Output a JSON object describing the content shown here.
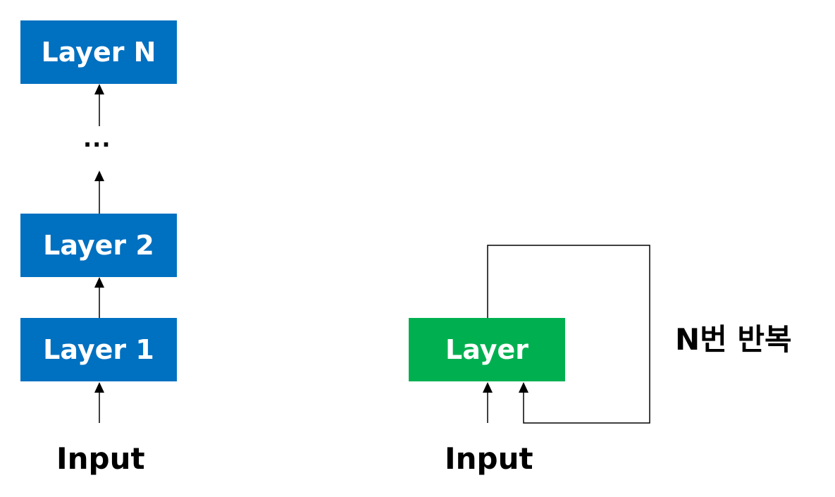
{
  "stacked": {
    "layers": [
      {
        "label": "Layer N",
        "color": "#0070c0"
      },
      {
        "label": "Layer 2",
        "color": "#0070c0"
      },
      {
        "label": "Layer 1",
        "color": "#0070c0"
      }
    ],
    "ellipsis": "...",
    "input_label": "Input"
  },
  "recurrent": {
    "layer_label": "Layer",
    "layer_color": "#00b050",
    "input_label": "Input",
    "repeat_label": "N번 반복"
  }
}
